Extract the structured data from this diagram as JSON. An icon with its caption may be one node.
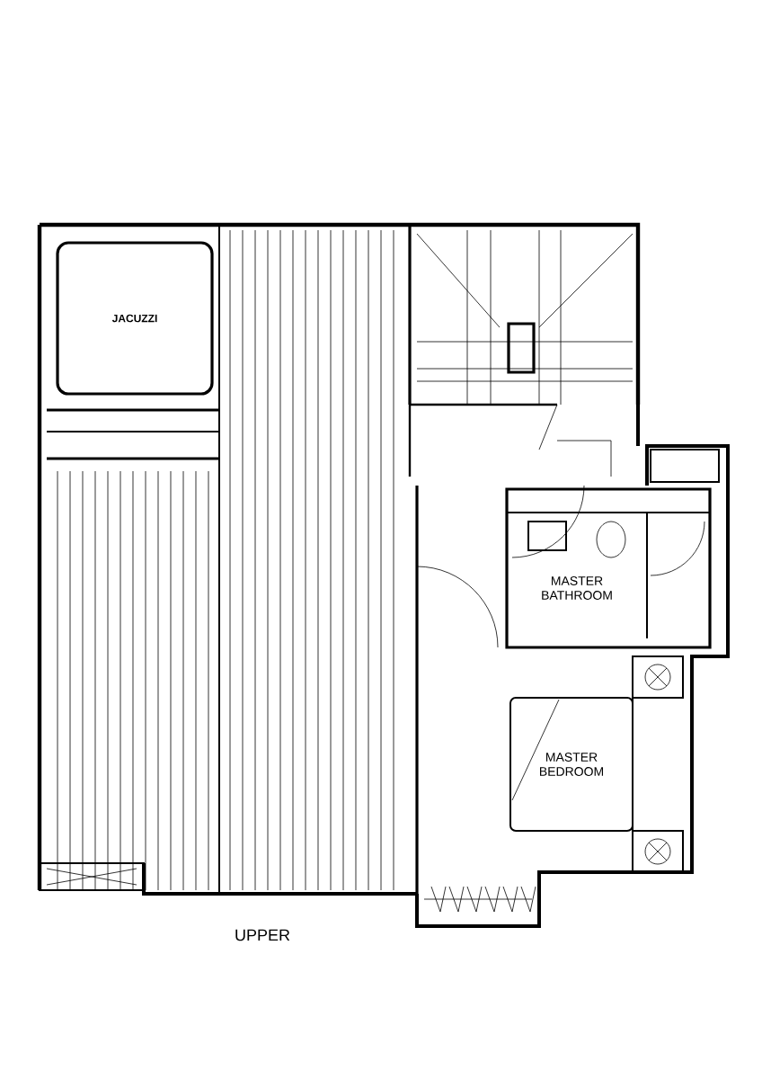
{
  "diagram": {
    "nodes": [
      {
        "text": [
          "JACUZZI"
        ]
      },
      {
        "text": [
          "MASTER BEDROOM"
        ]
      }
    ],
    "labels": [
      "MASTER BATHROOM",
      "UPPER"
    ]
  }
}
